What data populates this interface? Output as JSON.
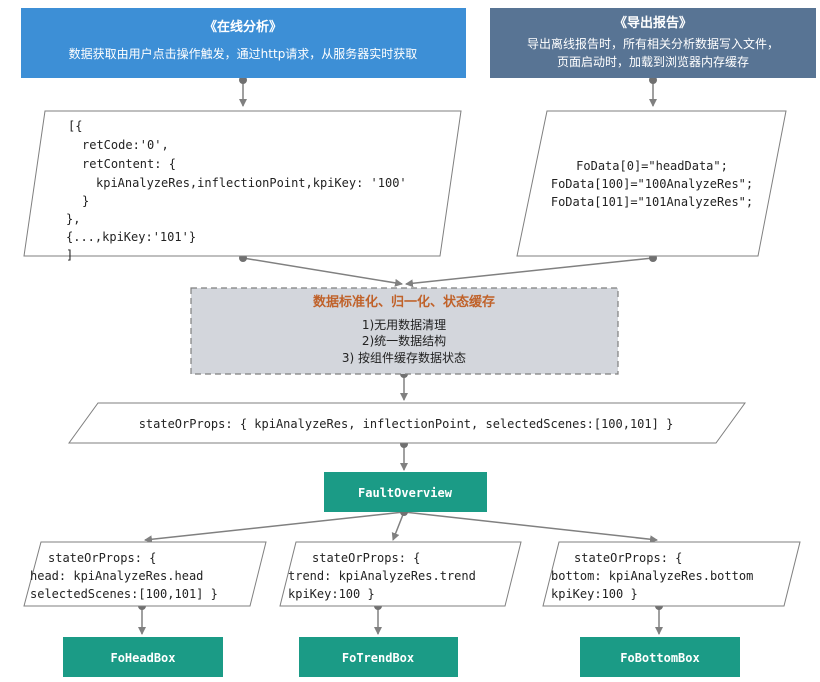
{
  "colors": {
    "online_header": "#3d8fd6",
    "export_header": "#587494",
    "process_fill": "#d3d6dc",
    "process_border": "#7f7f7f",
    "process_title": "#c0622a",
    "component_fill": "#1b9b86",
    "connector": "#808080",
    "connector_dot": "#707070"
  },
  "online": {
    "title": "《在线分析》",
    "body": "数据获取由用户点击操作触发，通过http请求，从服务器实时获取"
  },
  "export": {
    "title": "《导出报告》",
    "line1": "导出离线报告时，所有相关分析数据写入文件，",
    "line2": "页面启动时，加载到浏览器内存缓存"
  },
  "online_data": {
    "lines": [
      "[{",
      "retCode:'0',",
      "retContent: {",
      "kpiAnalyzeRes,inflectionPoint,kpiKey: '100'",
      "}",
      "},",
      "{...,kpiKey:'101'}",
      "]"
    ]
  },
  "export_data": {
    "lines": [
      "FoData[0]=\"headData\";",
      "FoData[100]=\"100AnalyzeRes\";",
      "FoData[101]=\"101AnalyzeRes\";"
    ]
  },
  "process": {
    "title": "数据标准化、归一化、状态缓存",
    "step1": "1)无用数据清理",
    "step2": "2)统一数据结构",
    "step3": "3) 按组件缓存数据状态"
  },
  "state": {
    "text": "stateOrProps: { kpiAnalyzeRes,  inflectionPoint,  selectedScenes:[100,101] }"
  },
  "fault_overview": {
    "label": "FaultOverview"
  },
  "props_head": {
    "line1": "stateOrProps: {",
    "line2": "head:  kpiAnalyzeRes.head",
    "line3": "selectedScenes:[100,101]  }"
  },
  "props_trend": {
    "line1": "stateOrProps: {",
    "line2": "trend:  kpiAnalyzeRes.trend",
    "line3": "kpiKey:100  }"
  },
  "props_bottom": {
    "line1": "stateOrProps: {",
    "line2": "bottom:  kpiAnalyzeRes.bottom",
    "line3": "kpiKey:100  }"
  },
  "head_box": {
    "label": "FoHeadBox"
  },
  "trend_box": {
    "label": "FoTrendBox"
  },
  "bottom_box": {
    "label": "FoBottomBox"
  }
}
